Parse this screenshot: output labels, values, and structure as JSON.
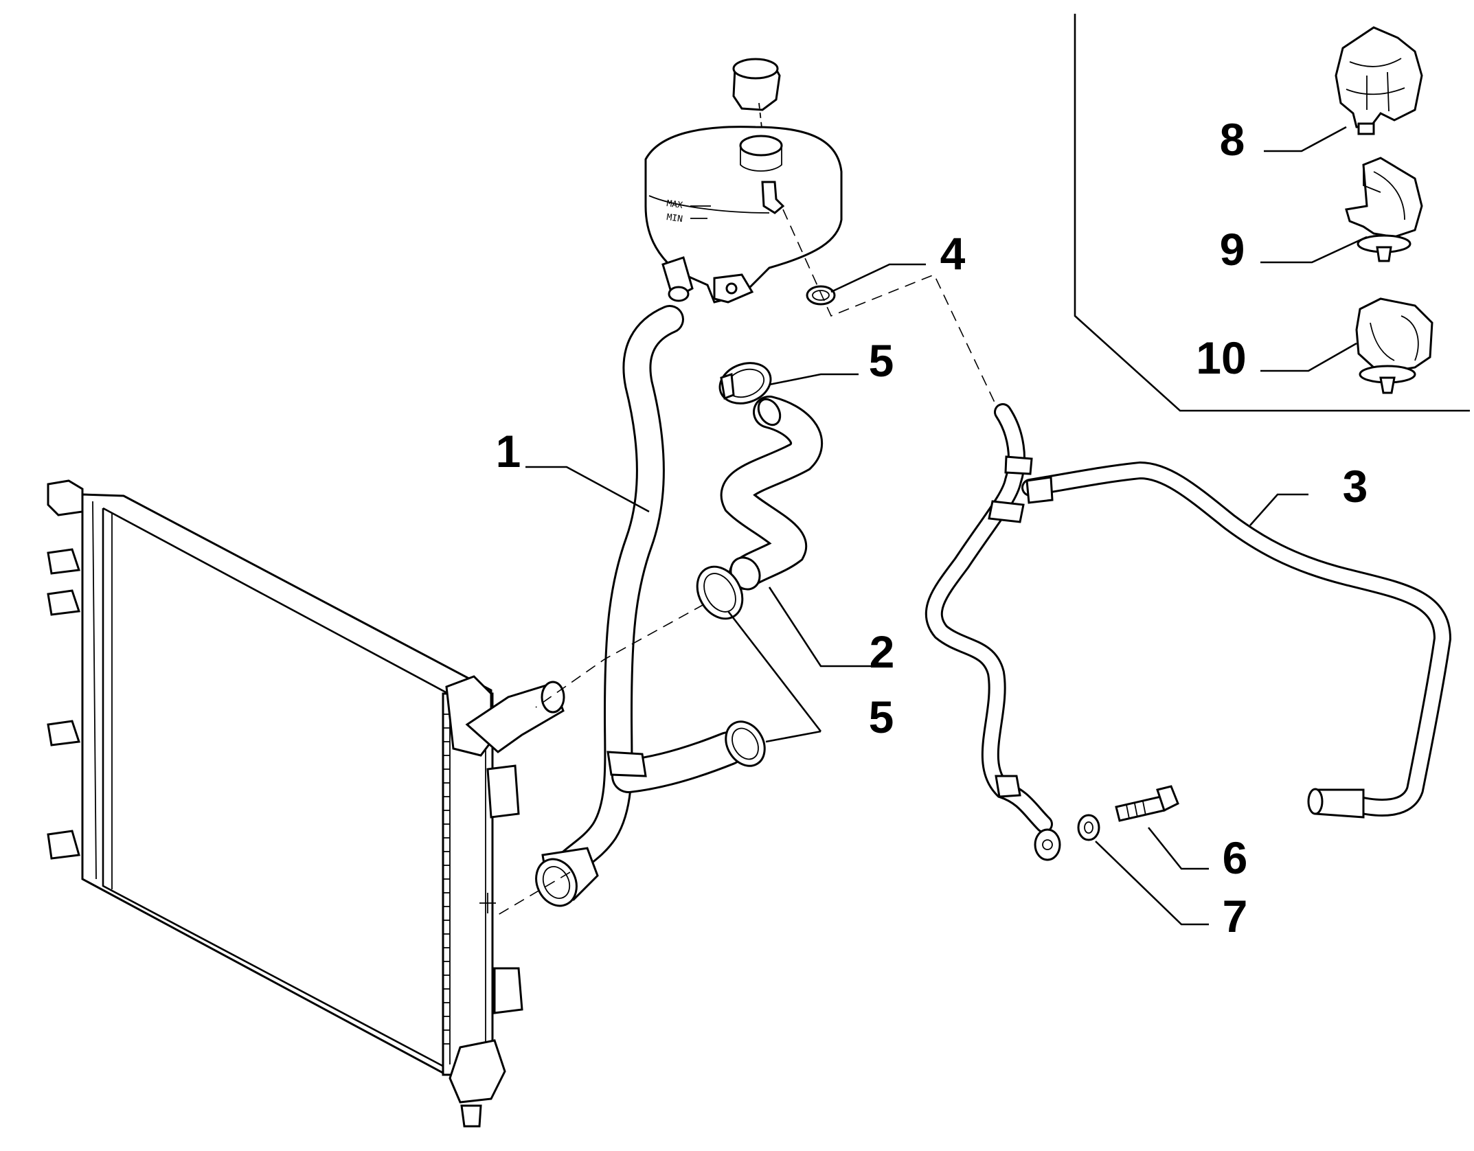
{
  "diagram": {
    "colors": {
      "ink": "#000000",
      "paper": "#ffffff"
    },
    "tank_markings": {
      "max": "MAX",
      "min": "MIN"
    },
    "labels": [
      {
        "id": "1",
        "text": "1"
      },
      {
        "id": "2",
        "text": "2"
      },
      {
        "id": "3",
        "text": "3"
      },
      {
        "id": "4",
        "text": "4"
      },
      {
        "id": "5a",
        "text": "5"
      },
      {
        "id": "5b",
        "text": "5"
      },
      {
        "id": "6",
        "text": "6"
      },
      {
        "id": "7",
        "text": "7"
      },
      {
        "id": "8",
        "text": "8"
      },
      {
        "id": "9",
        "text": "9"
      },
      {
        "id": "10",
        "text": "10"
      }
    ]
  }
}
